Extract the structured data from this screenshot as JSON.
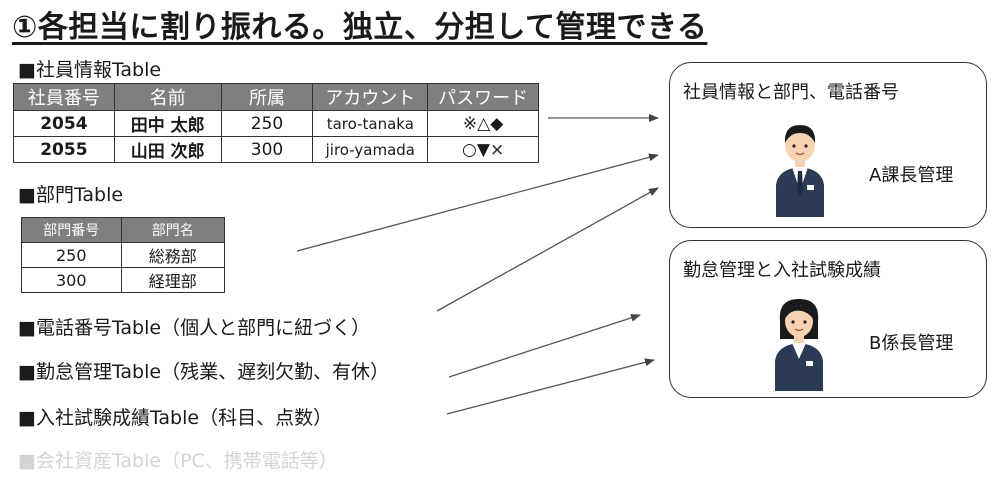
{
  "title": "①各担当に割り振れる。独立、分担して管理できる",
  "employee_table": {
    "label": "■社員情報Table",
    "headers": [
      "社員番号",
      "名前",
      "所属",
      "アカウント",
      "パスワード"
    ],
    "rows": [
      [
        "2054",
        "田中 太郎",
        "250",
        "taro-tanaka",
        "※△◆"
      ],
      [
        "2055",
        "山田 次郎",
        "300",
        "jiro-yamada",
        "○▼×"
      ]
    ]
  },
  "dept_table": {
    "label": "■部門Table",
    "headers": [
      "部門番号",
      "部門名"
    ],
    "rows": [
      [
        "250",
        "総務部"
      ],
      [
        "300",
        "経理部"
      ]
    ]
  },
  "tables": [
    "■電話番号Table（個人と部門に紐づく）",
    "■勤怠管理Table（残業、遅刻欠勤、有休）",
    "■入社試験成績Table（科目、点数）",
    "■会社資産Table（PC、携帯電話等）"
  ],
  "box1": {
    "heading": "社員情報と部門、電話番号",
    "manager": "A課長管理"
  },
  "box2": {
    "heading": "勤怠管理と入社試験成績",
    "manager": "B係長管理"
  },
  "colors": {
    "header_bg": "#7f7f7f",
    "border": "#333333",
    "faded_text": "#d4d4d4",
    "suit": "#2b3a55"
  }
}
